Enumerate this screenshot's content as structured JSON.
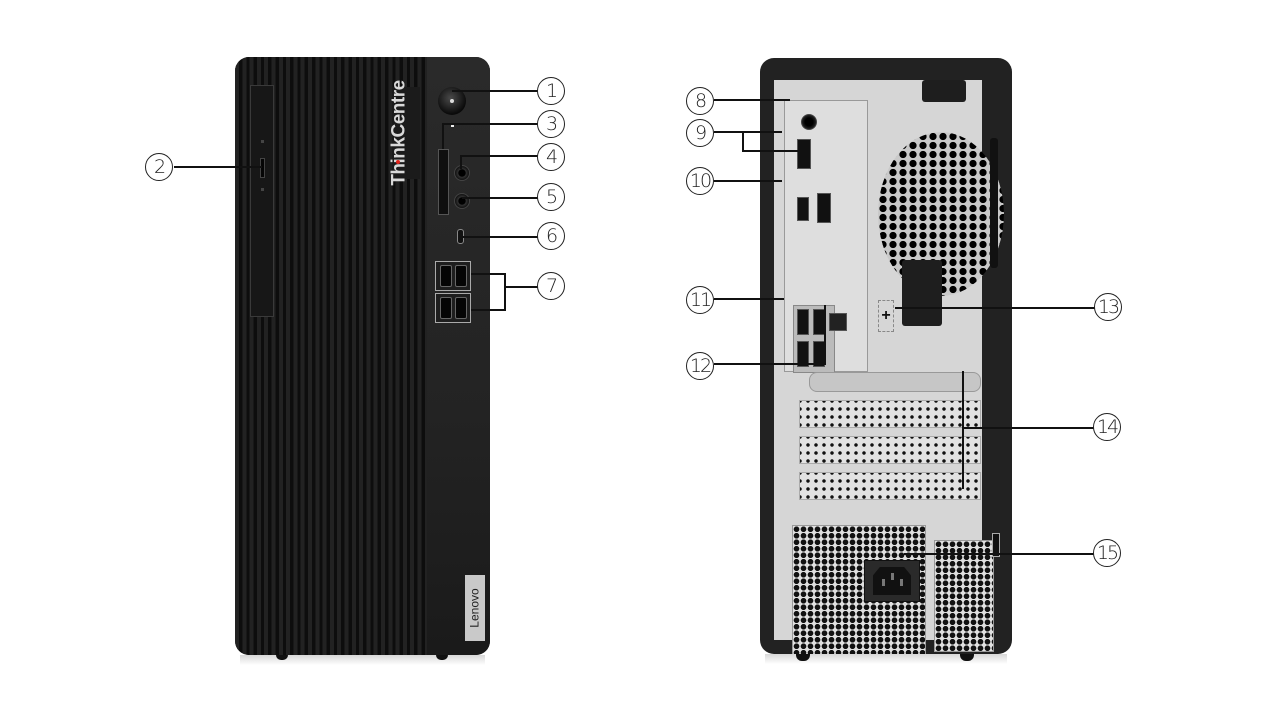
{
  "image": {
    "subject": "Desktop tower computer, front and rear views with numbered port callouts",
    "background_color": "#ffffff"
  },
  "front_view": {
    "brand_logo": "ThinkCentre",
    "brand_accent_dot_color": "#e2231a",
    "manufacturer_badge": "Lenovo",
    "body_color": "#1b1b1b",
    "badge_color": "#c9c9c9"
  },
  "rear_view": {
    "body_color": "#222222",
    "chassis_color": "#d6d6d6"
  },
  "callouts": [
    {
      "number": "1",
      "component": "power-button"
    },
    {
      "number": "2",
      "component": "optical-drive-eject"
    },
    {
      "number": "3",
      "component": "card-reader-slot"
    },
    {
      "number": "4",
      "component": "microphone-jack"
    },
    {
      "number": "5",
      "component": "headphone-jack"
    },
    {
      "number": "6",
      "component": "usb-c-port"
    },
    {
      "number": "7",
      "component": "front-usb-a-ports"
    },
    {
      "number": "8",
      "component": "audio-line-out"
    },
    {
      "number": "9",
      "component": "displayport-ports"
    },
    {
      "number": "10",
      "component": "hdmi-port"
    },
    {
      "number": "11",
      "component": "rear-usb-ports"
    },
    {
      "number": "12",
      "component": "ethernet-port"
    },
    {
      "number": "13",
      "component": "optional-port-slot"
    },
    {
      "number": "14",
      "component": "pcie-expansion-slots"
    },
    {
      "number": "15",
      "component": "power-connector"
    }
  ]
}
